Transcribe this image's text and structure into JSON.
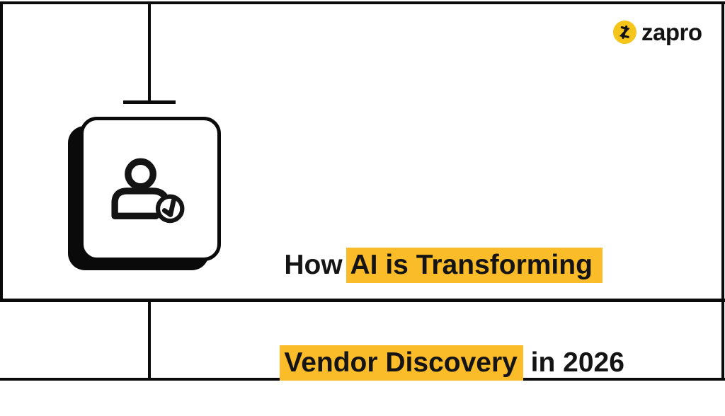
{
  "brand": {
    "name": "zapro",
    "logo_icon": "zapro-logo-icon",
    "logo_color": "#F5C51C",
    "text_color": "#131313"
  },
  "heading": {
    "line1_prefix": "How ",
    "line1_highlight": "AI is Transforming",
    "line2_highlight": "Vendor Discovery",
    "line2_suffix": " in 2026",
    "highlight_color": "#FBBC2A",
    "text_color": "#141414"
  },
  "illustration": {
    "icon": "person-check-icon"
  },
  "frame": {
    "line_color": "#0A0A0A",
    "background_color": "#FFFFFF"
  }
}
